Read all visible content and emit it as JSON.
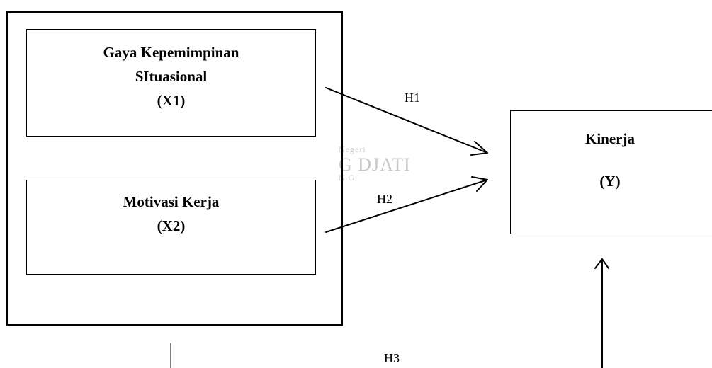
{
  "watermark": {
    "line1": "Negeri",
    "line2": "G DJATI",
    "line3": "N G"
  },
  "x1": {
    "line1": "Gaya Kepemimpinan",
    "line2": "SItuasional",
    "line3": "(X1)"
  },
  "x2": {
    "line1": "Motivasi Kerja",
    "line2": "(X2)"
  },
  "y": {
    "title": "Kinerja",
    "code": "(Y)"
  },
  "hypotheses": {
    "h1": "H1",
    "h2": "H2",
    "h3": "H3"
  }
}
